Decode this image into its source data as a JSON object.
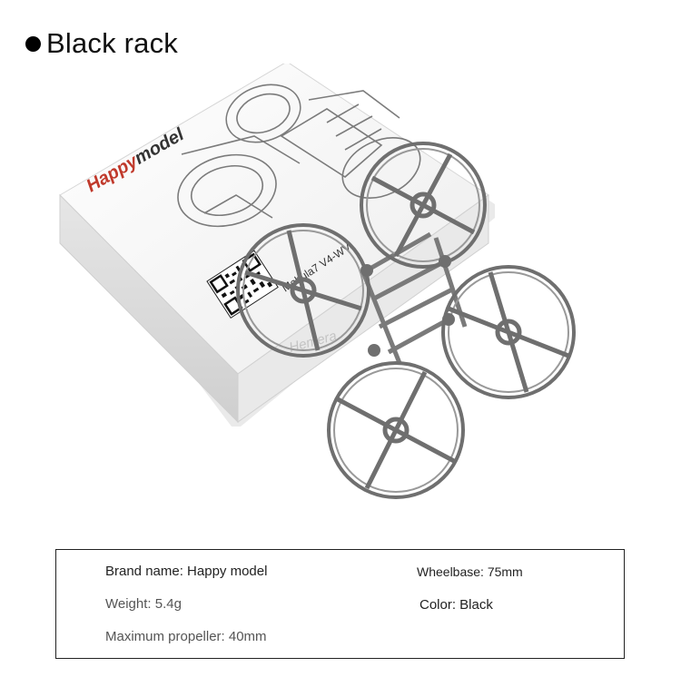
{
  "header": {
    "title": "Black rack"
  },
  "product_image": {
    "box_brand": "Happymodel",
    "box_model_text": "Mobula7 V4-WV",
    "watermark": "Hemera"
  },
  "specs": {
    "brand": "Brand name: Happy model",
    "wheelbase": "Wheelbase: 75mm",
    "weight": "Weight: 5.4g",
    "color": "Color: Black",
    "max_propeller": "Maximum propeller: 40mm"
  },
  "colors": {
    "frame_gray": "#6f6f6f",
    "box_white": "#f6f6f6",
    "brand_red": "#c0392b"
  }
}
